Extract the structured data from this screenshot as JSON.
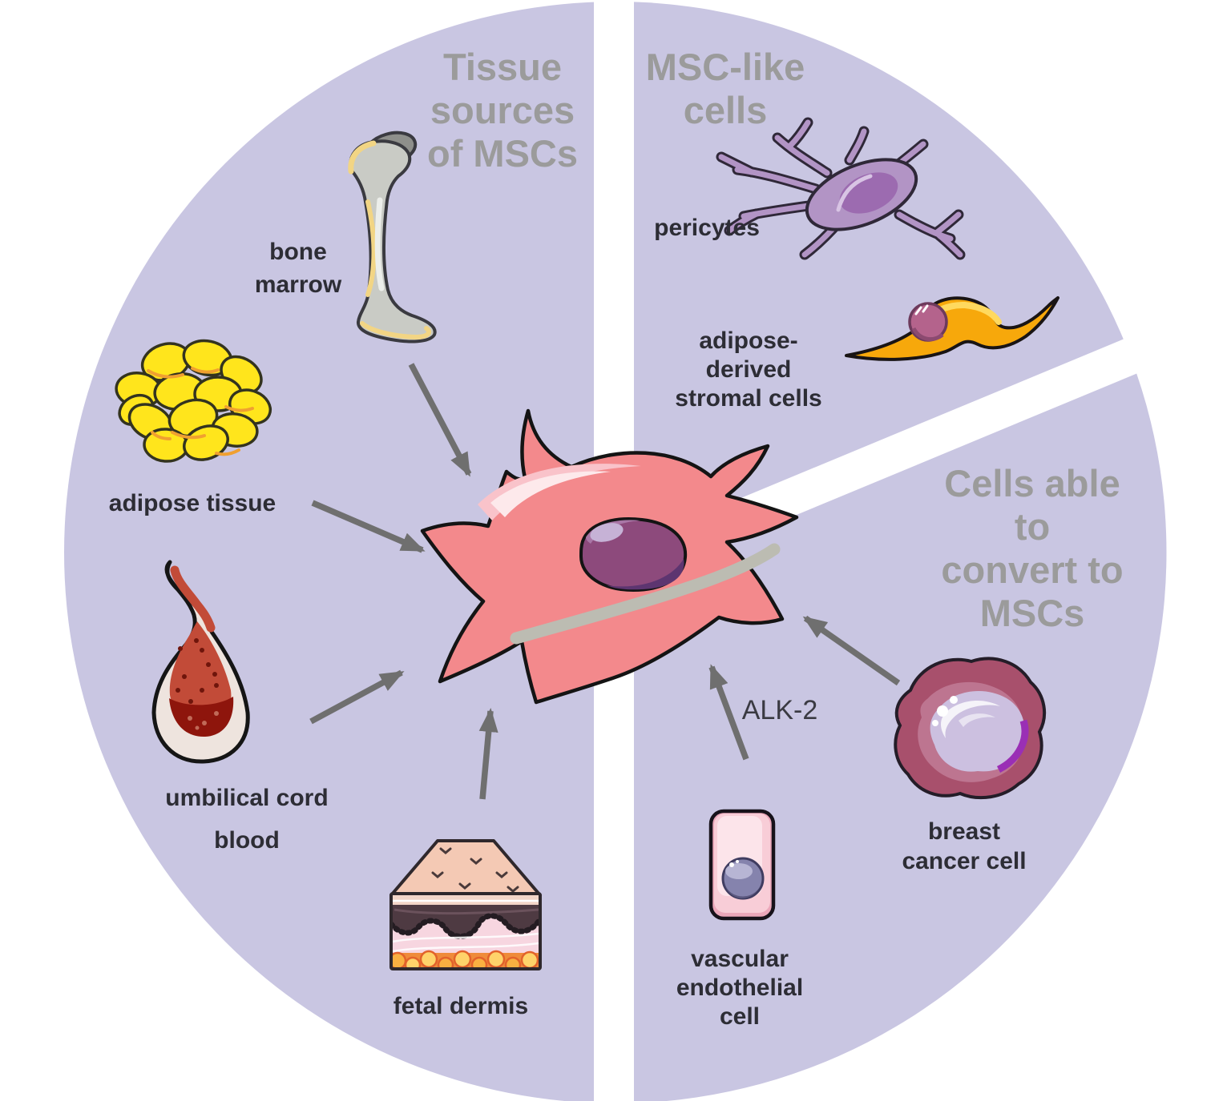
{
  "figure": {
    "subject": "mesenchymal stem cell (MSC) sources diagram",
    "center_cell": "mesenchymal stem cell"
  },
  "sections": {
    "tissue_sources": {
      "title": "Tissue\nsources\nof MSCs",
      "bone_marrow": "bone\nmarrow",
      "adipose_tissue": "adipose tissue",
      "umbilical_cord_blood": "umbilical cord\nblood",
      "fetal_dermis": "fetal dermis"
    },
    "msc_like": {
      "title": "MSC-like\ncells",
      "pericytes": "pericytes",
      "adipose_derived": "adipose-\nderived\nstromal cells"
    },
    "convert": {
      "title": "Cells able to\nconvert to\nMSCs",
      "breast_cancer": "breast\ncancer cell",
      "vascular_endothelial": "vascular\nendothelial\ncell"
    }
  },
  "annotations": {
    "alk2": "ALK-2"
  },
  "colors": {
    "section_bg": "#c9c6e2",
    "section_title": "#9b9b9b",
    "label_text": "#2d2d35",
    "arrow": "#6f6f6f",
    "msc_body": "#f3898c",
    "msc_nucleus": "#8d4a7c",
    "bone_gray": "#c9cbc5",
    "adipose_yellow": "#ffe51c",
    "cord_red": "#c24b38",
    "dermis_skin": "#f4c9b4",
    "pericyte_purple": "#b294c5",
    "stromal_orange": "#f7a80b",
    "breast_cancer_rose": "#a8506c",
    "endothelial_pink": "#f8cdd7"
  }
}
